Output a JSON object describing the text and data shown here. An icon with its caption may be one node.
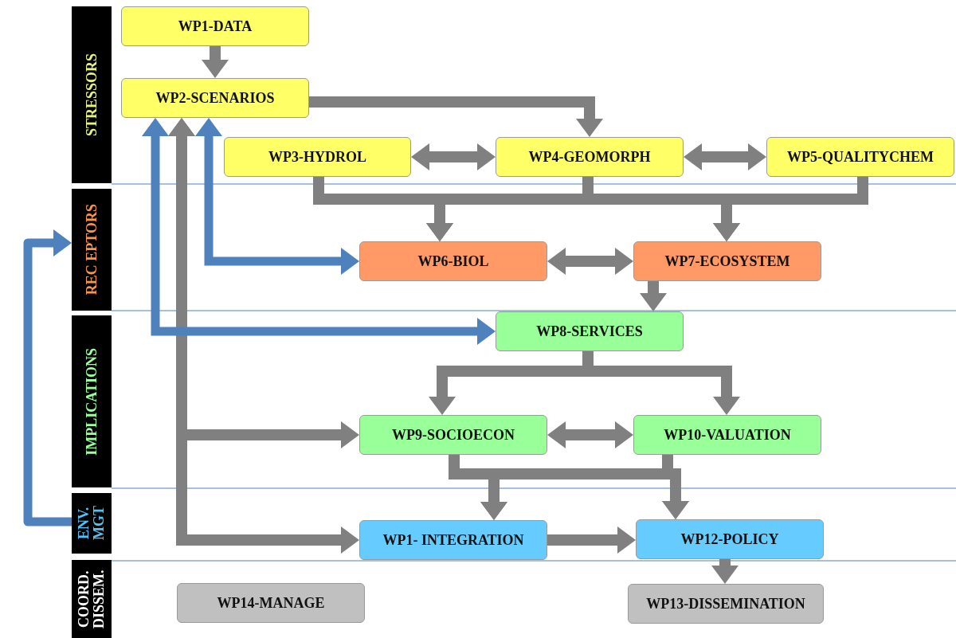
{
  "diagram": {
    "nodes": [
      {
        "text": [
          "STRESSORS"
        ]
      },
      {
        "text": [
          "REC EPTORS"
        ]
      },
      {
        "text": [
          "IMPLICATIONS"
        ]
      },
      {
        "text": [
          "ENV. MGT"
        ]
      },
      {
        "text": [
          "COORD. DISSEM."
        ]
      },
      {
        "text": [
          "WP1-DATA"
        ]
      },
      {
        "text": [
          "WP2-SCENARIOS"
        ]
      },
      {
        "text": [
          "WP3-HYDROL"
        ]
      },
      {
        "text": [
          "WP4-GEOMORPH"
        ]
      },
      {
        "text": [
          "WP5-QUALITYCHEM"
        ]
      },
      {
        "text": [
          "WP6-BIOL"
        ]
      },
      {
        "text": [
          "WP7-ECOSYSTEM"
        ]
      },
      {
        "text": [
          "WP8-SERVICES"
        ]
      },
      {
        "text": [
          "WP9-SOCIOECON"
        ]
      },
      {
        "text": [
          "WP10-VALUATION"
        ]
      },
      {
        "text": [
          "WP1- INTEGRATION"
        ]
      },
      {
        "text": [
          "WP12-POLICY"
        ]
      },
      {
        "text": [
          "WP14-MANAGE"
        ]
      },
      {
        "text": [
          "WP13-DISSEMINATION"
        ]
      }
    ],
    "edges": [
      {
        "from": 5,
        "to": 6,
        "arrow": "to"
      },
      {
        "from": 6,
        "to": 8,
        "arrow": "to"
      },
      {
        "from": 7,
        "to": 8,
        "arrow": "both"
      },
      {
        "from": 8,
        "to": 9,
        "arrow": "both"
      },
      {
        "from": 7,
        "to": 10,
        "arrow": "to"
      },
      {
        "from": 7,
        "to": 11,
        "arrow": "to"
      },
      {
        "from": 8,
        "to": 10,
        "arrow": "to"
      },
      {
        "from": 8,
        "to": 11,
        "arrow": "to"
      },
      {
        "from": 9,
        "to": 10,
        "arrow": "to"
      },
      {
        "from": 9,
        "to": 11,
        "arrow": "to"
      },
      {
        "from": 10,
        "to": 11,
        "arrow": "both"
      },
      {
        "from": 11,
        "to": 12,
        "arrow": "to"
      },
      {
        "from": 12,
        "to": 13,
        "arrow": "to"
      },
      {
        "from": 12,
        "to": 14,
        "arrow": "to"
      },
      {
        "from": 13,
        "to": 14,
        "arrow": "both"
      },
      {
        "from": 13,
        "to": 15,
        "arrow": "to"
      },
      {
        "from": 13,
        "to": 16,
        "arrow": "to"
      },
      {
        "from": 14,
        "to": 15,
        "arrow": "to"
      },
      {
        "from": 14,
        "to": 16,
        "arrow": "to"
      },
      {
        "from": 15,
        "to": 16,
        "arrow": "to"
      },
      {
        "from": 16,
        "to": 18,
        "arrow": "to"
      },
      {
        "from": 6,
        "to": 13,
        "arrow": "both"
      },
      {
        "from": 6,
        "to": 15,
        "arrow": "both"
      },
      {
        "from": 6,
        "to": 12,
        "arrow": "both",
        "color": "#4f81bd"
      },
      {
        "from": 6,
        "to": 10,
        "arrow": "both",
        "color": "#4f81bd"
      },
      {
        "from": 3,
        "to": 1,
        "arrow": "to",
        "color": "#4f81bd"
      }
    ]
  }
}
